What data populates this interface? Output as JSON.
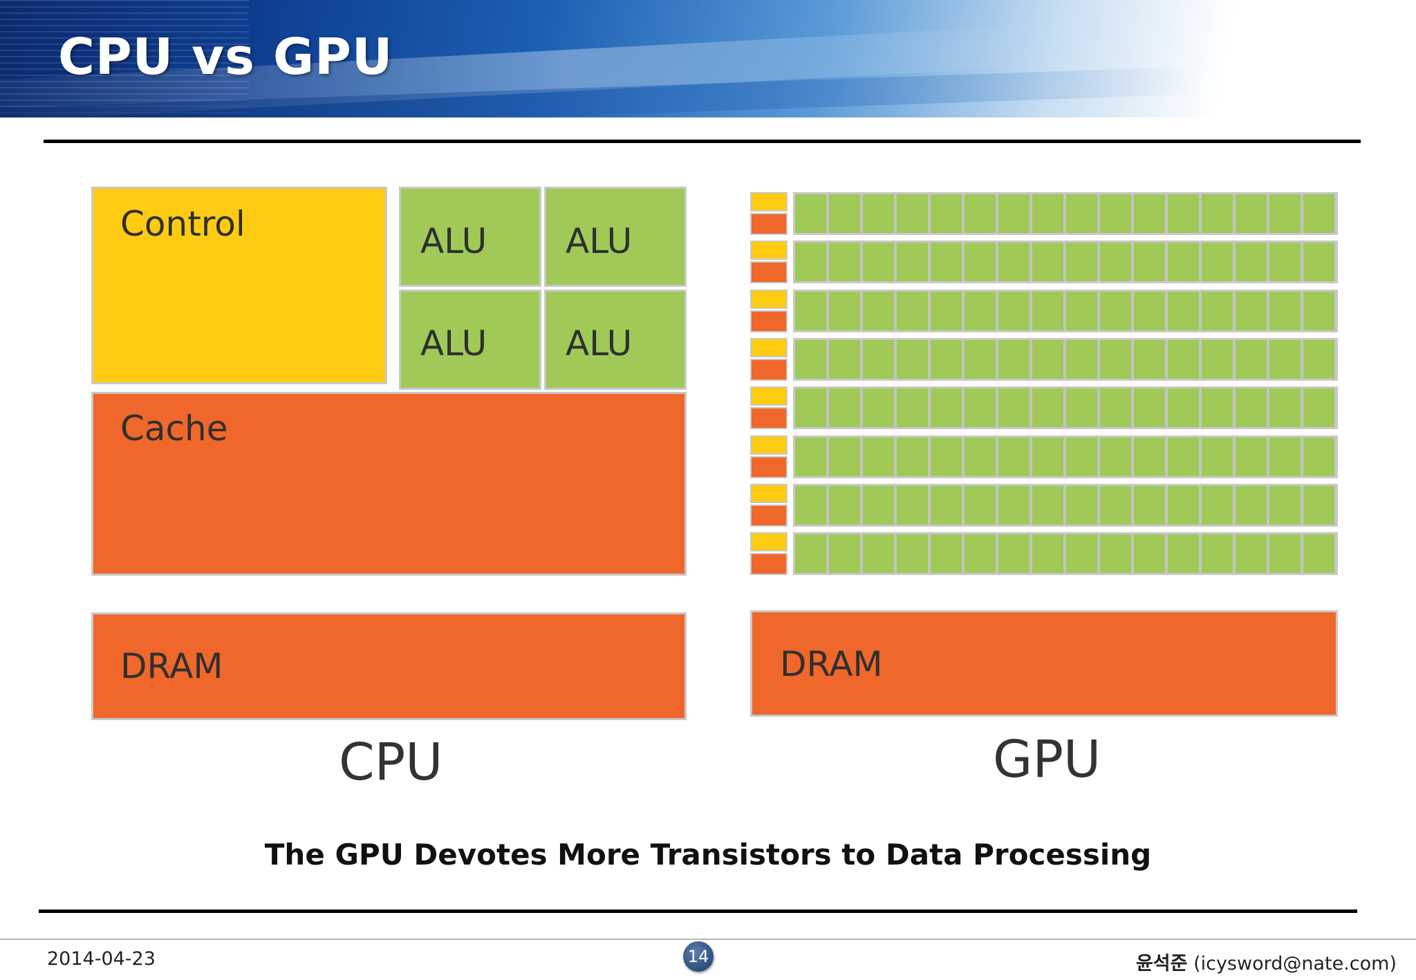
{
  "slide": {
    "title": "CPU vs GPU",
    "subtitle": "The GPU Devotes More Transistors to Data Processing",
    "date": "2014-04-23",
    "page_number": "14",
    "author_name": "윤석준",
    "author_email": "(icysword@nate.com)"
  },
  "cpu": {
    "control_label": "Control",
    "alu_labels": [
      "ALU",
      "ALU",
      "ALU",
      "ALU"
    ],
    "cache_label": "Cache",
    "dram_label": "DRAM",
    "caption": "CPU"
  },
  "gpu": {
    "dram_label": "DRAM",
    "caption": "GPU",
    "rows": 8,
    "alus_per_row": 16
  },
  "colors": {
    "control": "#fecb13",
    "alu": "#a0c958",
    "cache_dram": "#ef672a",
    "header_blue": "#0e3d8f"
  }
}
